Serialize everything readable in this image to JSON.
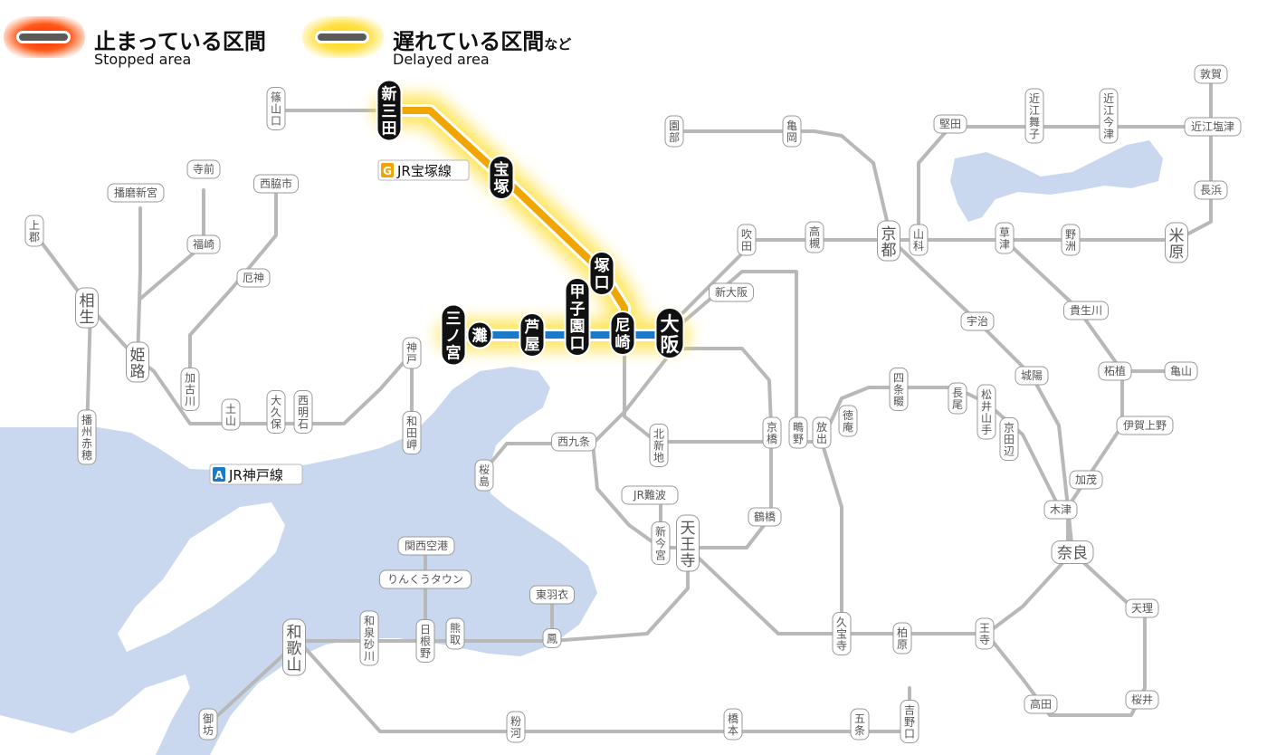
{
  "legend": {
    "stopped_title": "止まっている区間",
    "stopped_sub": "Stopped area",
    "delayed_title": "遅れている区間",
    "delayed_title_suffix": "など",
    "delayed_sub": "Delayed area"
  },
  "line_badges": {
    "takarazuka": {
      "code": "G",
      "name": "JR宝塚線",
      "color": "#f0a500"
    },
    "kobe": {
      "code": "A",
      "name": "JR神戸線",
      "color": "#1a7ac8"
    }
  },
  "colors": {
    "track": "#b8b8b8",
    "water": "#c9d8ee",
    "delay_glow": "#ffe24a",
    "takarazuka_line": "#f0a500",
    "kobe_line": "#1a7ac8",
    "station_black": "#111111"
  },
  "highlight_stations": [
    {
      "id": "shinsanda",
      "label": "新三田"
    },
    {
      "id": "takarazuka",
      "label": "宝塚"
    },
    {
      "id": "tsukaguchi",
      "label": "塚口"
    },
    {
      "id": "amagasaki",
      "label": "尼崎"
    },
    {
      "id": "koshienguchi",
      "label": "甲子園口"
    },
    {
      "id": "ashiya",
      "label": "芦屋"
    },
    {
      "id": "nada",
      "label": "灘"
    },
    {
      "id": "sannomiya",
      "label": "三ノ宮"
    },
    {
      "id": "osaka",
      "label": "大阪"
    }
  ],
  "stations": [
    {
      "id": "sasayamaguchi",
      "label": "篠山口"
    },
    {
      "id": "ayabe",
      "label": "園部"
    },
    {
      "id": "kameoka",
      "label": "亀岡"
    },
    {
      "id": "katata",
      "label": "堅田"
    },
    {
      "id": "omimaiko",
      "label": "近江舞子"
    },
    {
      "id": "omiimazu",
      "label": "近江今津"
    },
    {
      "id": "tsuruga",
      "label": "敦賀"
    },
    {
      "id": "omishiotsu",
      "label": "近江塩津"
    },
    {
      "id": "nagahama",
      "label": "長浜"
    },
    {
      "id": "maibara",
      "label": "米原"
    },
    {
      "id": "yasu",
      "label": "野洲"
    },
    {
      "id": "kusatsu",
      "label": "草津"
    },
    {
      "id": "yamashina",
      "label": "山科"
    },
    {
      "id": "kyoto",
      "label": "京都"
    },
    {
      "id": "takatsuki",
      "label": "高槻"
    },
    {
      "id": "suita",
      "label": "吹田"
    },
    {
      "id": "shinosaka",
      "label": "新大阪"
    },
    {
      "id": "uji",
      "label": "宇治"
    },
    {
      "id": "kibukawa",
      "label": "貴生川"
    },
    {
      "id": "tsugecho",
      "label": "柘植"
    },
    {
      "id": "kameyama",
      "label": "亀山"
    },
    {
      "id": "igaueno",
      "label": "伊賀上野"
    },
    {
      "id": "kamo",
      "label": "加茂"
    },
    {
      "id": "kizu",
      "label": "木津"
    },
    {
      "id": "nara",
      "label": "奈良"
    },
    {
      "id": "tenri",
      "label": "天理"
    },
    {
      "id": "sakurai",
      "label": "桜井"
    },
    {
      "id": "takada",
      "label": "高田"
    },
    {
      "id": "oji",
      "label": "王寺"
    },
    {
      "id": "joyo",
      "label": "城陽"
    },
    {
      "id": "kyotanabe",
      "label": "京田辺"
    },
    {
      "id": "matsuiyamate",
      "label": "松井山手"
    },
    {
      "id": "nagao",
      "label": "長尾"
    },
    {
      "id": "shijonawate",
      "label": "四条畷"
    },
    {
      "id": "tokuan",
      "label": "徳庵"
    },
    {
      "id": "hanaten",
      "label": "放出"
    },
    {
      "id": "shigino",
      "label": "鴫野"
    },
    {
      "id": "kyobashi",
      "label": "京橋"
    },
    {
      "id": "kitashinchi",
      "label": "北新地"
    },
    {
      "id": "nishikujo",
      "label": "西九条"
    },
    {
      "id": "sakurajima",
      "label": "桜島"
    },
    {
      "id": "jrnamba",
      "label": "JR難波"
    },
    {
      "id": "shinimamiya",
      "label": "新今宮"
    },
    {
      "id": "tennoji",
      "label": "天王寺"
    },
    {
      "id": "tsuruhashi",
      "label": "鶴橋"
    },
    {
      "id": "kyuhoji",
      "label": "久宝寺"
    },
    {
      "id": "kashiwara",
      "label": "柏原"
    },
    {
      "id": "kansaikuko",
      "label": "関西空港"
    },
    {
      "id": "rinku",
      "label": "りんくうタウン"
    },
    {
      "id": "higashihagoromo",
      "label": "東羽衣"
    },
    {
      "id": "otori",
      "label": "鳳"
    },
    {
      "id": "hineno",
      "label": "日根野"
    },
    {
      "id": "kumatori",
      "label": "熊取"
    },
    {
      "id": "izumisunagawa",
      "label": "和泉砂川"
    },
    {
      "id": "wakayama",
      "label": "和歌山"
    },
    {
      "id": "gobo",
      "label": "御坊"
    },
    {
      "id": "kokawa",
      "label": "粉河"
    },
    {
      "id": "hashimoto",
      "label": "橋本"
    },
    {
      "id": "gojo",
      "label": "五条"
    },
    {
      "id": "yoshinoguchi",
      "label": "吉野口"
    },
    {
      "id": "kobe",
      "label": "神戸"
    },
    {
      "id": "wadamisaki",
      "label": "和田岬"
    },
    {
      "id": "nishiakashi",
      "label": "西明石"
    },
    {
      "id": "okubo",
      "label": "大久保"
    },
    {
      "id": "doyama",
      "label": "土山"
    },
    {
      "id": "kakogawa",
      "label": "加古川"
    },
    {
      "id": "yashiro",
      "label": "厄神"
    },
    {
      "id": "nishiwakishi",
      "label": "西脇市"
    },
    {
      "id": "himeji",
      "label": "姫路"
    },
    {
      "id": "fukusaki",
      "label": "福崎"
    },
    {
      "id": "teramae",
      "label": "寺前"
    },
    {
      "id": "harimashingu",
      "label": "播磨新宮"
    },
    {
      "id": "kamigori",
      "label": "上郡"
    },
    {
      "id": "aioi",
      "label": "相生"
    },
    {
      "id": "banshuako",
      "label": "播州赤穂"
    }
  ]
}
